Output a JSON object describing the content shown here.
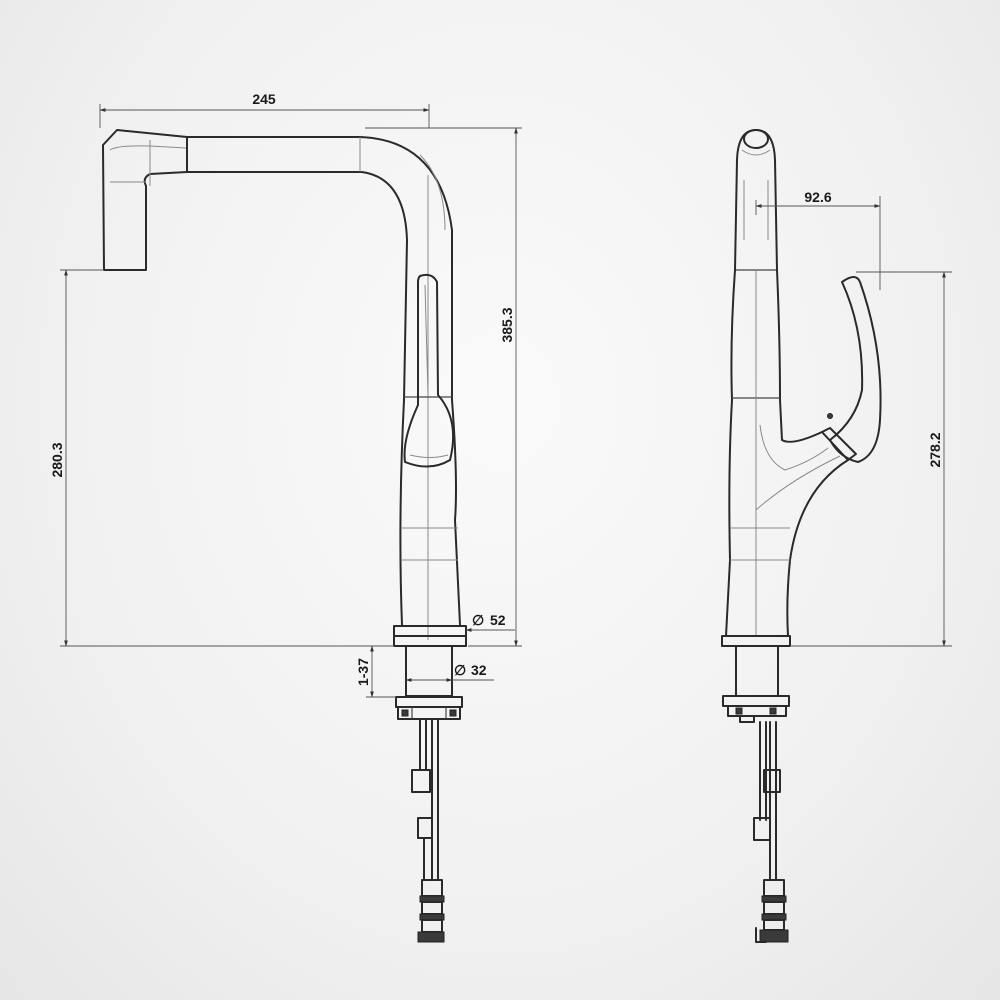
{
  "dimensions": {
    "spout_reach": "245",
    "total_height": "385.3",
    "spout_height": "280.3",
    "base_diameter": "52",
    "shank_diameter": "32",
    "deck_thickness": "1-37",
    "handle_offset": "92.6",
    "handle_height": "278.2"
  },
  "symbols": {
    "diameter": "∅"
  }
}
